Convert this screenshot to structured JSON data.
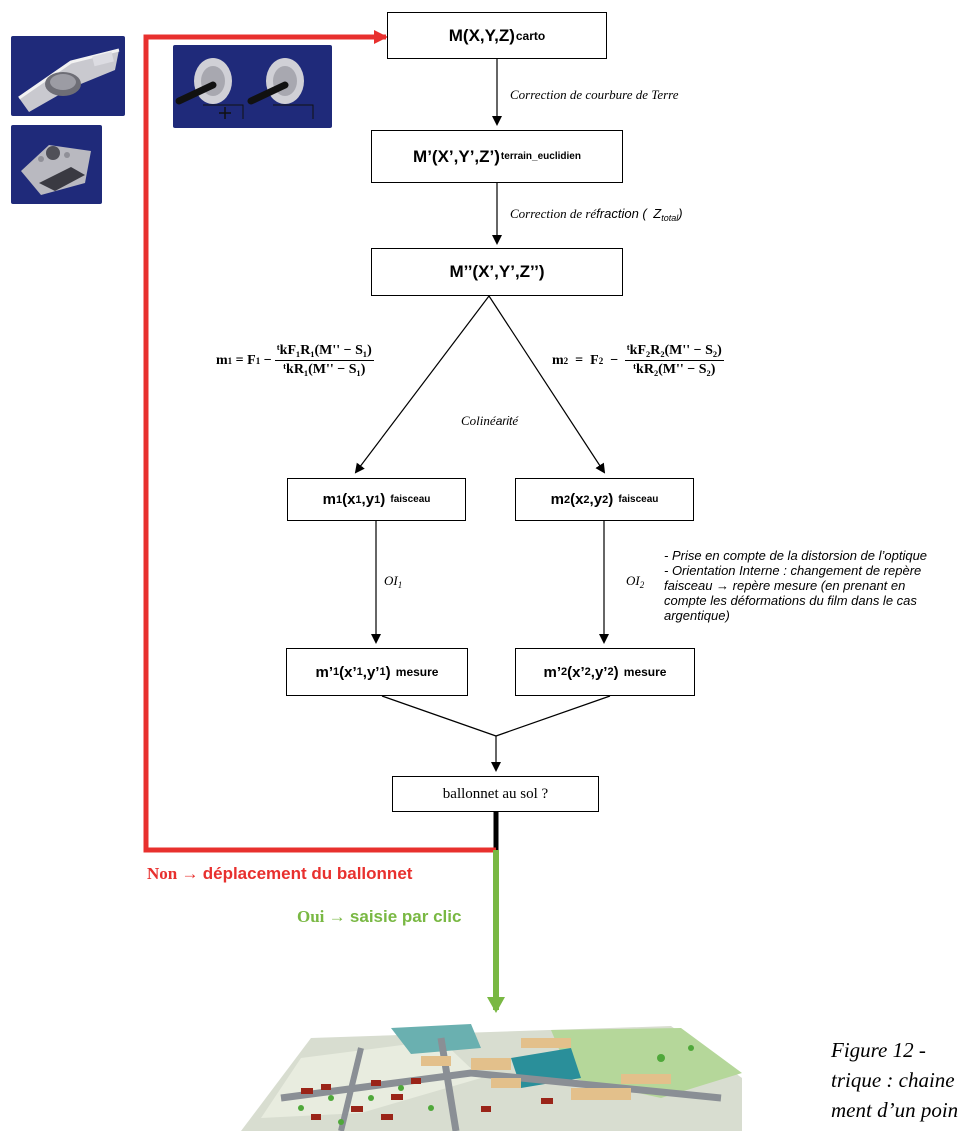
{
  "boxes": {
    "carto": {
      "main": "M(X,Y,Z)",
      "sub": "carto"
    },
    "terrain": {
      "main": "M’(X’,Y’,Z’)",
      "sub": "terrain_euclidien"
    },
    "double_prime": {
      "main": "M’’(X’,Y’,Z’’)"
    },
    "m1_faisceau": {
      "main_a": "m",
      "idx": "1",
      "main_b": "(x",
      "idx2": "1",
      "main_c": ",y",
      "idx3": "1",
      "main_d": ")",
      "sub": "faisceau"
    },
    "m2_faisceau": {
      "main_a": "m",
      "idx": "2",
      "main_b": "(x",
      "idx2": "2",
      "main_c": ",y",
      "idx3": "2",
      "main_d": ")",
      "sub": "faisceau"
    },
    "m1_mesure": {
      "main_a": "m’",
      "idx": "1",
      "main_b": "(x’",
      "idx2": "1",
      "main_c": ",y’",
      "idx3": "1",
      "main_d": ")",
      "sub": "mesure"
    },
    "m2_mesure": {
      "main_a": "m’",
      "idx": "2",
      "main_b": "(x’",
      "idx2": "2",
      "main_c": ",y’",
      "idx3": "2",
      "main_d": ")",
      "sub": "mesure"
    },
    "ballonnet": {
      "text": "ballonnet au sol ?"
    }
  },
  "labels": {
    "courbure": "Correction de courbure de Terre",
    "refraction_a": "Correction de ré",
    "refraction_b": "fraction (",
    "refraction_z": "Z",
    "refraction_sub": "total",
    "refraction_c": ")",
    "colinearite_a": "Colin",
    "colinearite_b": "é",
    "colinearite_c": "arit",
    "colinearite_d": "é",
    "oi1": "OI",
    "oi1_sub": "1",
    "oi2": "OI",
    "oi2_sub": "2"
  },
  "formulas": {
    "m1": {
      "lhs": "m",
      "lhs_sub": "1",
      "eq": "=",
      "f": "F",
      "f_sub": "1",
      "minus": "−",
      "num": "ᵗkF₁R₁(M'' − S₁)",
      "den": "ᵗkR₁(M'' − S₁)"
    },
    "m2": {
      "lhs": "m",
      "lhs_sub": "2",
      "eq": "=",
      "f": "F",
      "f_sub": "2",
      "minus": "−",
      "num": "ᵗkF₂R₂(M'' − S₂)",
      "den": "ᵗkR₂(M'' − S₂)"
    }
  },
  "notes": {
    "line1": "- Prise en compte de la distorsion de l’optique",
    "line2": "- Orientation Interne : changement de repère",
    "line3": "faisceau → repère mesure (en prenant en",
    "line4": "compte les déformations du film dans le cas",
    "line5": "argentique)"
  },
  "decisions": {
    "non_a": "Non → ",
    "non_b": "déplacement du ballonnet",
    "oui_a": "Oui → ",
    "oui_b": "saisie par clic"
  },
  "caption": {
    "line1": "Figure  12  -",
    "line2": "trique : chaine",
    "line3": "ment d’un poin"
  },
  "colors": {
    "red": "#e8302e",
    "green": "#79b843",
    "device_bg": "#1f2a7a"
  },
  "icons": [
    "mouse-device-icon",
    "foot-pedal-icon",
    "handwheels-icon",
    "city-3d-model-image"
  ]
}
